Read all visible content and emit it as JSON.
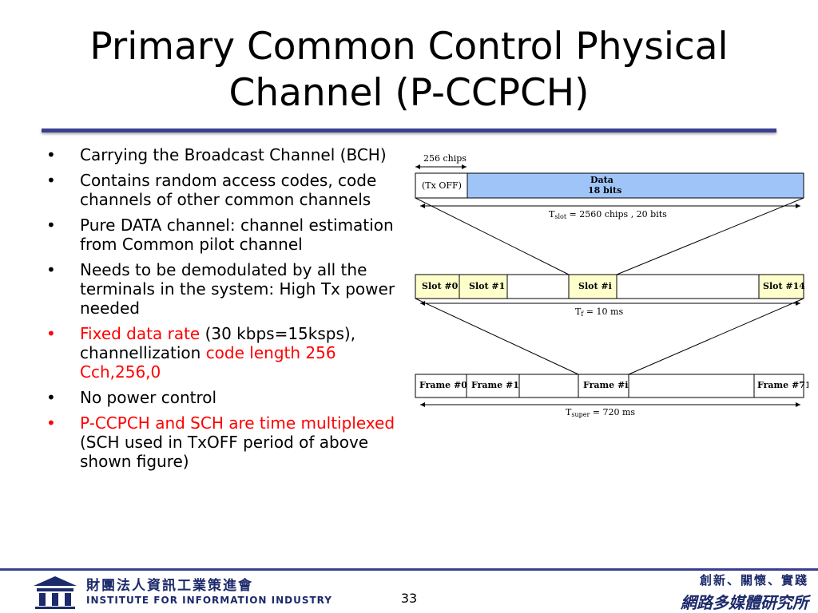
{
  "slide": {
    "title_line1": "Primary Common Control Physical",
    "title_line2": "Channel (P-CCPCH)"
  },
  "bullets": [
    {
      "parts": [
        {
          "text": "Carrying the Broadcast Channel (BCH)",
          "red": false
        }
      ]
    },
    {
      "parts": [
        {
          "text": "Contains random access codes, code channels of other common channels",
          "red": false
        }
      ]
    },
    {
      "parts": [
        {
          "text": "Pure DATA channel: channel estimation from Common pilot channel",
          "red": false
        }
      ]
    },
    {
      "parts": [
        {
          "text": "Needs to be demodulated by all the terminals in the system: High Tx power needed",
          "red": false
        }
      ]
    },
    {
      "parts": [
        {
          "text": "Fixed data rate",
          "red": true
        },
        {
          "text": " (30 kbps=15ksps), channellization ",
          "red": false
        },
        {
          "text": "code length 256 Cch,256,0",
          "red": true
        }
      ]
    },
    {
      "parts": [
        {
          "text": "No power control",
          "red": false
        }
      ]
    },
    {
      "parts": [
        {
          "text": "P-CCPCH and SCH are time multiplexed",
          "red": true
        },
        {
          "text": " (SCH used in TxOFF period of above shown figure)",
          "red": false
        }
      ]
    }
  ],
  "diagram": {
    "chips_label": "256 chips",
    "txoff_label": "(Tx OFF)",
    "data_label": "Data",
    "bits_label": "18 bits",
    "tslot_label": "T",
    "tslot_sub": "slot",
    "tslot_rest": " = 2560 chips , 20 bits",
    "slots": [
      "Slot #0",
      "Slot #1",
      "Slot #i",
      "Slot #14"
    ],
    "tf_label": "T",
    "tf_sub": "f",
    "tf_rest": " = 10 ms",
    "frames": [
      "Frame #0",
      "Frame #1",
      "Frame #i",
      "Frame #71"
    ],
    "tsuper_label": "T",
    "tsuper_sub": "super",
    "tsuper_rest": " = 720 ms",
    "colors": {
      "data_fill": "#9fc5f8",
      "slot_fill": "#ffffcc",
      "line": "#000000"
    }
  },
  "footer": {
    "institute_zh": "財團法人資訊工業策進會",
    "institute_en": "INSTITUTE FOR INFORMATION INDUSTRY",
    "page_number": "33",
    "motto_line1": "創新、關懷、實踐",
    "motto_line2": "網路多媒體研究所"
  }
}
